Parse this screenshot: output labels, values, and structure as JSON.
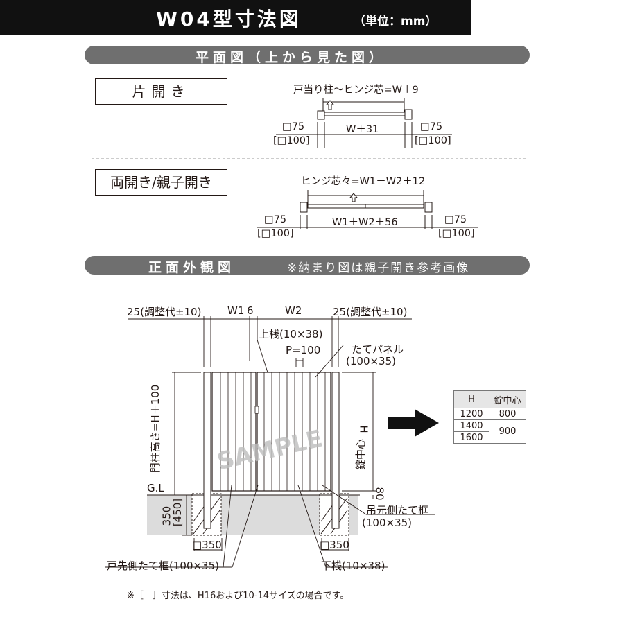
{
  "header": {
    "title": "W04型寸法図",
    "unit": "（単位：mm）"
  },
  "plan_section": {
    "title": "平面図（上から見た図）",
    "single": {
      "label": "片開き",
      "dim_top": "戸当り柱〜ヒンジ芯=W＋9",
      "dim_bottom": "W＋31",
      "post_left": "□75",
      "post_left_alt": "[□100]",
      "post_right": "□75",
      "post_right_alt": "[□100]"
    },
    "double": {
      "label": "両開き/親子開き",
      "dim_top": "ヒンジ芯々=W1＋W2＋12",
      "dim_bottom": "W1＋W2＋56",
      "post_left": "□75",
      "post_left_alt": "[□100]",
      "post_right": "□75",
      "post_right_alt": "[□100]"
    }
  },
  "front_section": {
    "title": "正面外観図",
    "note": "※納まり図は親子開き参考画像",
    "dims": {
      "adjust_left": "25(調整代±10)",
      "w1": "W1",
      "gap": "6",
      "w2": "W2",
      "adjust_right": "25(調整代±10)",
      "top_rail": "上桟(10×38)",
      "pitch": "P=100",
      "panel": "たてパネル",
      "panel_size": "(100×35)",
      "post_height": "門柱高さ=H＋100",
      "h": "H",
      "lock_center": "錠中心",
      "bottom_gap": "80",
      "gl": "G.L",
      "depth": "350",
      "depth_alt": "[450]",
      "footing_left": "□350",
      "footing_right": "□350",
      "hinge_frame": "吊元側たて框",
      "hinge_frame_size": "(100×35)",
      "latch_frame": "戸先側たて框(100×35)",
      "bottom_rail": "下桟(10×38)",
      "watermark": "SAMPLE"
    },
    "lock_table": {
      "headers": [
        "H",
        "錠中心"
      ],
      "rows": [
        {
          "h": "1200",
          "lock": "800"
        },
        {
          "h": "1400",
          "lock": "900"
        },
        {
          "h": "1600",
          "lock": ""
        }
      ]
    }
  },
  "footnote": "※［　］寸法は、H16および10-14サイズの場合です。"
}
